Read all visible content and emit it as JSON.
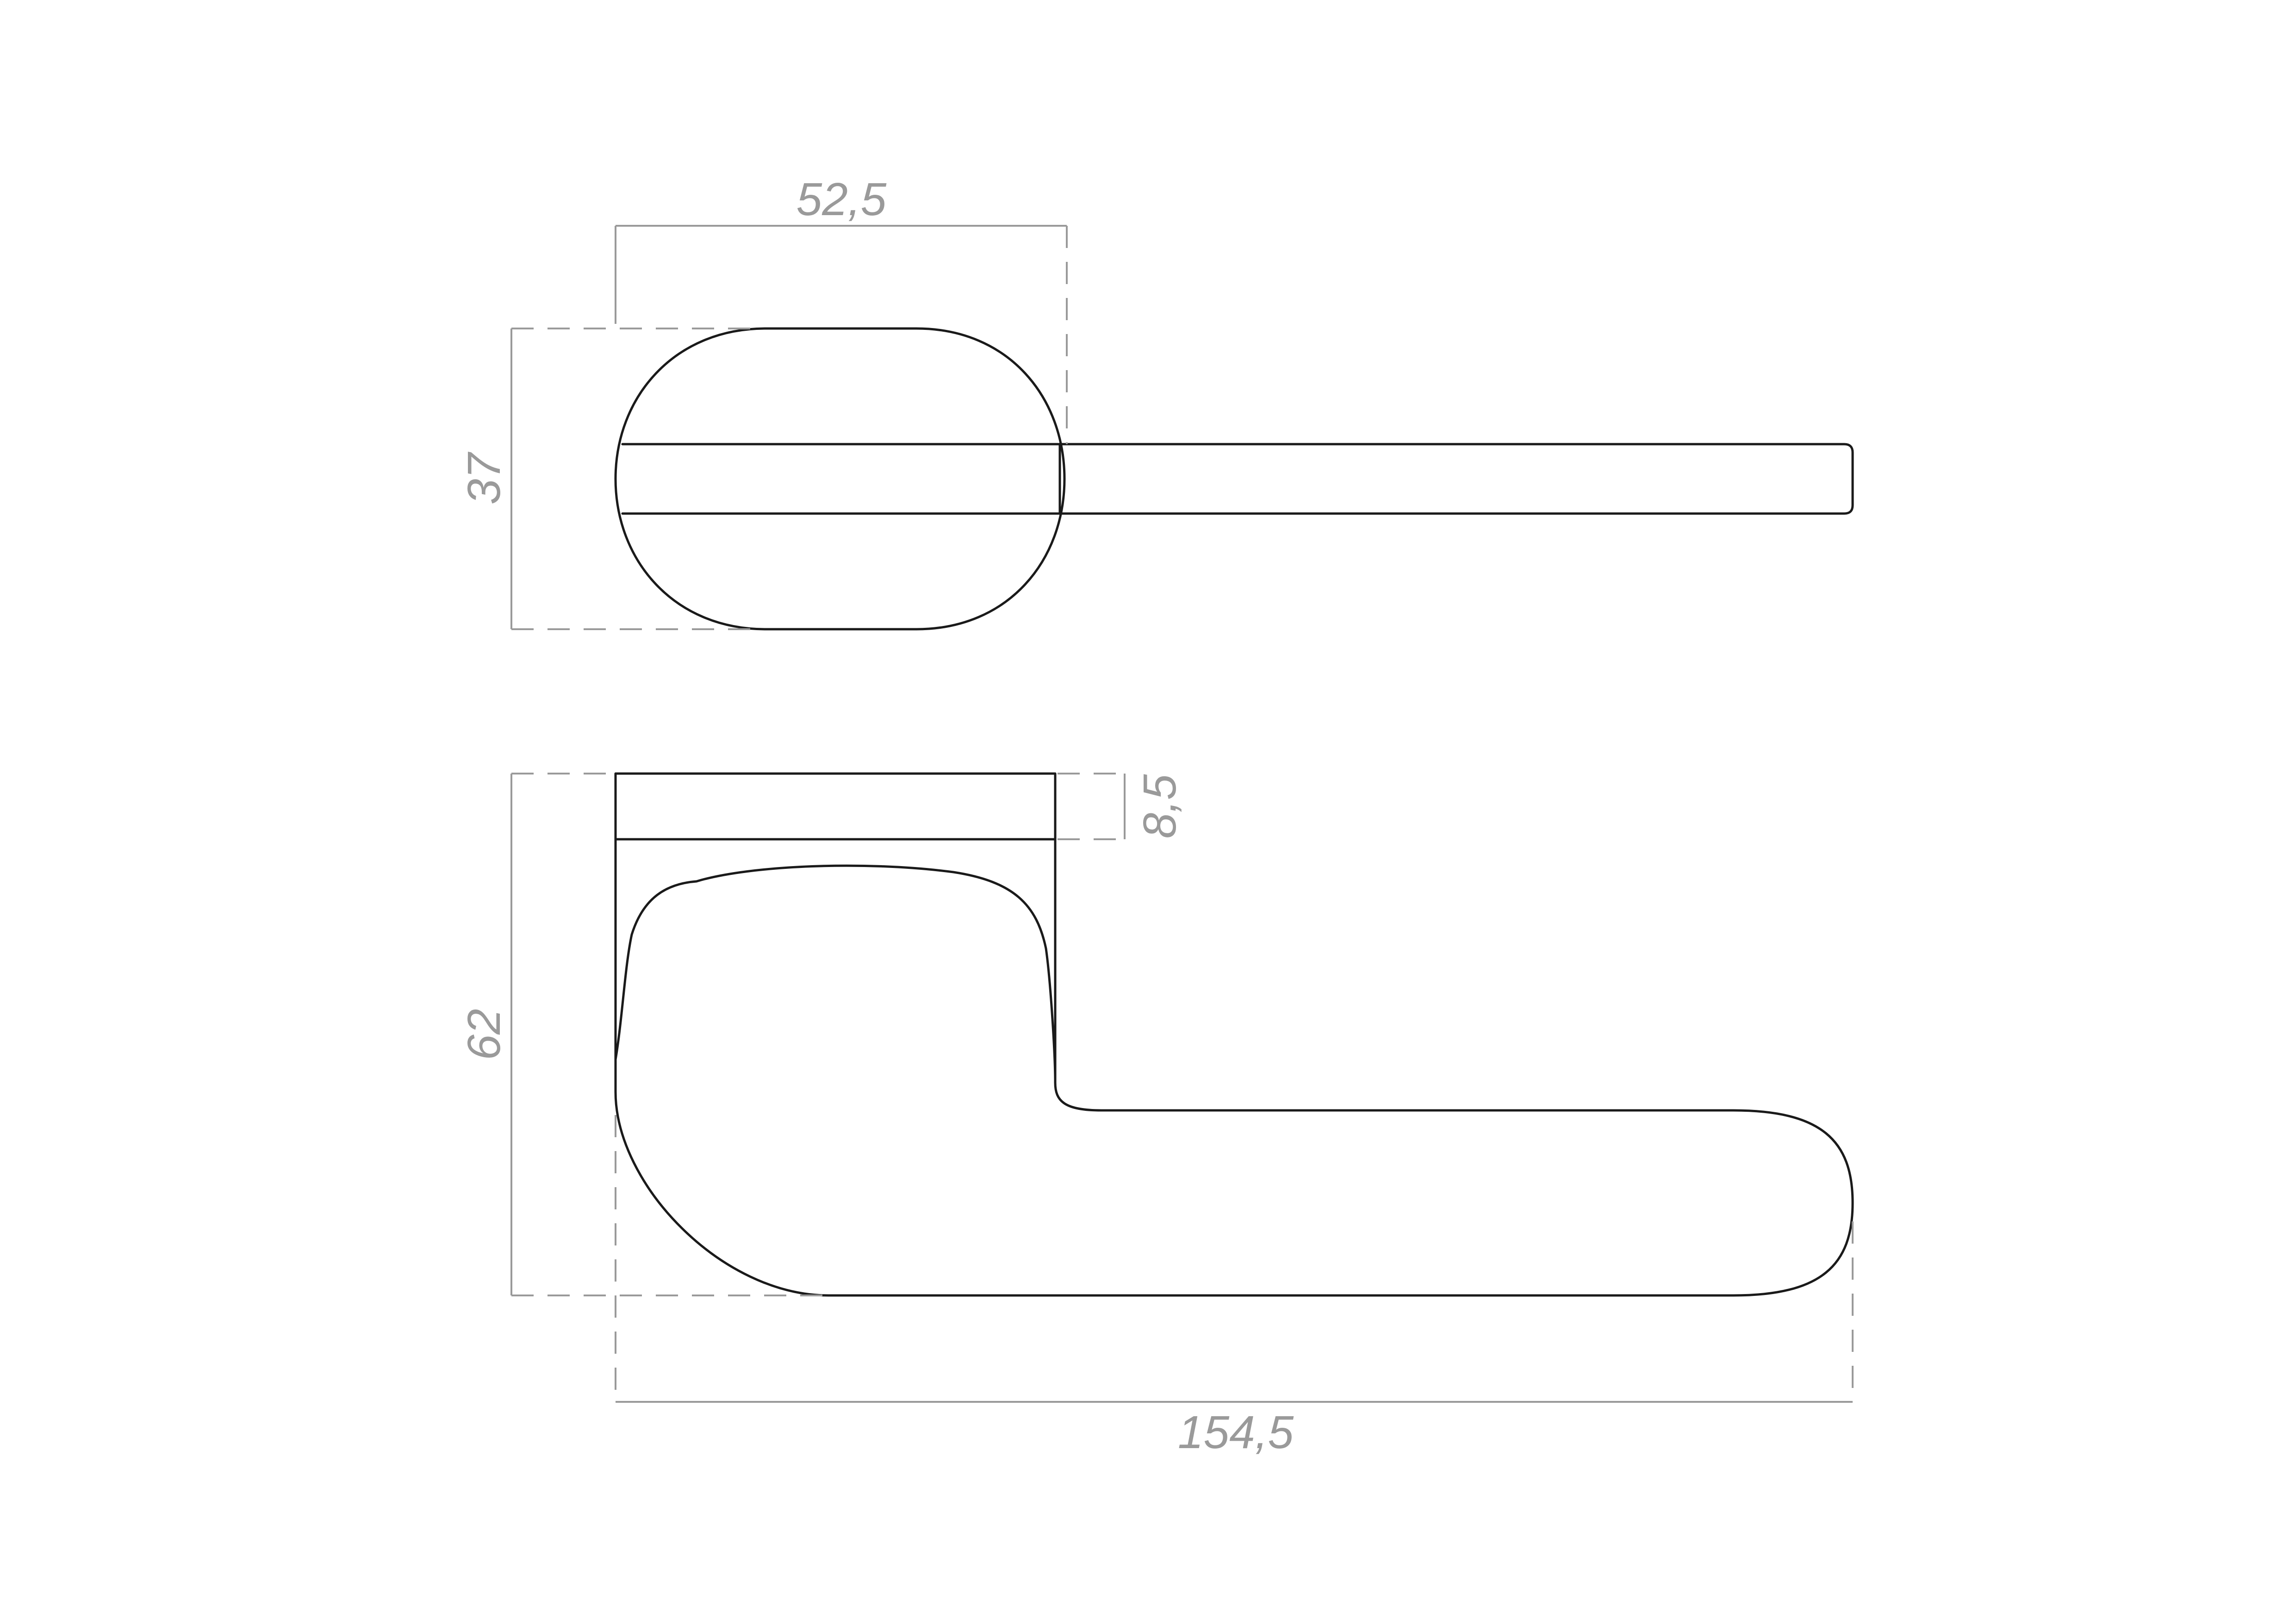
{
  "dimensions": {
    "rose_width": "52,5",
    "rose_height": "37",
    "base_thickness": "8,5",
    "handle_height": "62",
    "handle_length": "154,5"
  },
  "colors": {
    "outline": "#1a1a1a",
    "dimension": "#9a9a9a",
    "background": "#ffffff"
  }
}
